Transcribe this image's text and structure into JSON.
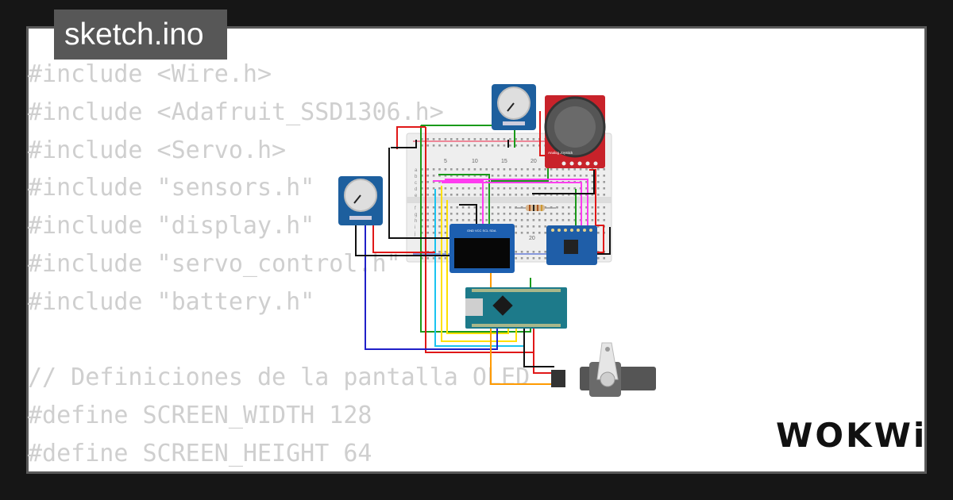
{
  "tab": {
    "filename": "sketch.ino"
  },
  "code_lines": [
    "#include <Wire.h>",
    "#include <Adafruit_SSD1306.h>",
    "#include <Servo.h>",
    "#include \"sensors.h\"",
    "#include \"display.h\"",
    "#include \"servo_control.h\"",
    "#include \"battery.h\"",
    "",
    "// Definiciones de la pantalla OLED",
    "#define SCREEN_WIDTH 128",
    "#define SCREEN_HEIGHT 64"
  ],
  "breadboard": {
    "col_labels": [
      "5",
      "10",
      "15",
      "20"
    ],
    "row_labels": [
      "a",
      "b",
      "c",
      "d",
      "e",
      "f",
      "g",
      "h",
      "i",
      "j"
    ],
    "lower_col_label": "20"
  },
  "oled": {
    "pin_labels": "GND VCC SCL SDA"
  },
  "joystick": {
    "label": "Analog Joystick"
  },
  "brand": {
    "logo": "WOKWi"
  },
  "colors": {
    "background": "#161616",
    "card": "#ffffff",
    "tab": "#575757",
    "code": "#cfcfcf"
  }
}
